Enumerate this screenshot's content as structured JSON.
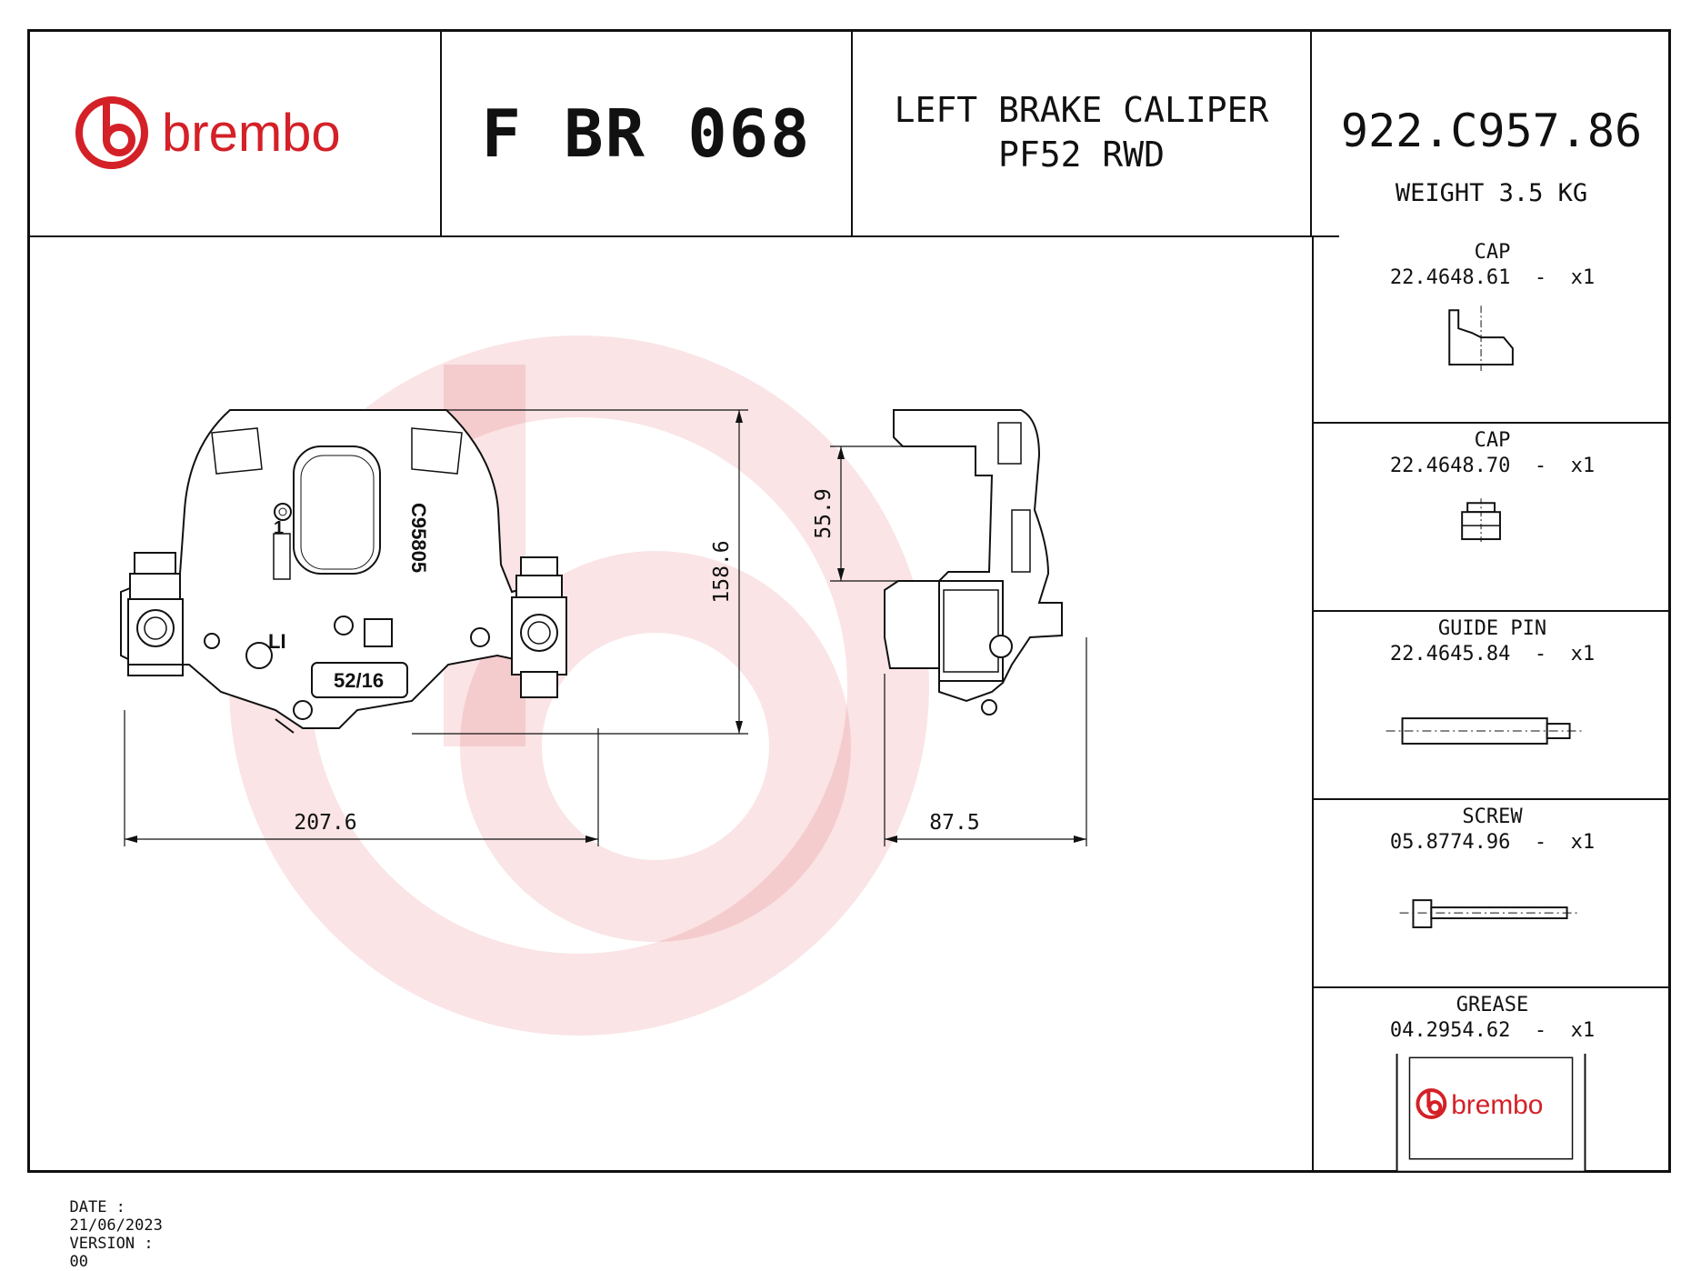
{
  "brand": {
    "name": "brembo",
    "color": "#d42027"
  },
  "header": {
    "part_number": "F BR 068",
    "title_line1": "LEFT BRAKE CALIPER",
    "title_line2": "PF52 RWD",
    "code": "922.C957.86",
    "weight": "WEIGHT 3.5 KG"
  },
  "parts": [
    {
      "name": "CAP",
      "code": "22.4648.61  -  x1",
      "icon": "cap-icon"
    },
    {
      "name": "CAP",
      "code": "22.4648.70  -  x1",
      "icon": "small-cap-icon"
    },
    {
      "name": "GUIDE PIN",
      "code": "22.4645.84  -  x1",
      "icon": "guide-pin-icon"
    },
    {
      "name": "SCREW",
      "code": "05.8774.96  -  x1",
      "icon": "screw-icon"
    },
    {
      "name": "GREASE",
      "code": "04.2954.62  -  x1",
      "icon": "grease-package-icon"
    }
  ],
  "drawing": {
    "front_view_marks": {
      "cast_code": "C95805",
      "cast_number": "1",
      "side_mark": "LI",
      "date_mark": "52/16"
    },
    "dimensions": {
      "width": "207.6",
      "height": "158.6",
      "depth": "87.5",
      "offset": "55.9"
    }
  },
  "footer": {
    "date_label": "DATE :",
    "date_value": "21/06/2023",
    "version_label": "VERSION :",
    "version_value": "00"
  }
}
